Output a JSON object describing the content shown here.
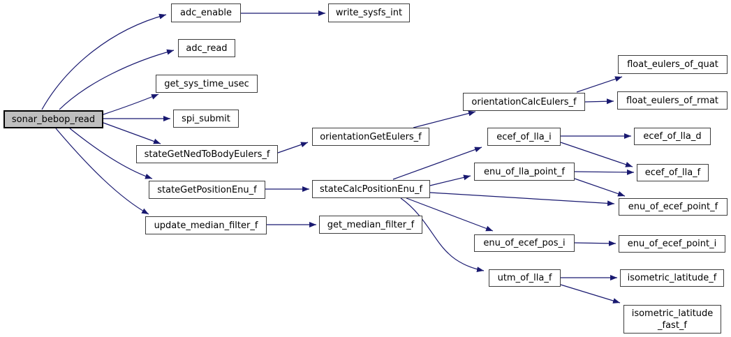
{
  "diagram": {
    "type": "call-graph",
    "root": "sonar_bebop_read",
    "colors": {
      "edge": "#191970",
      "node_border": "#3d3d3d",
      "root_fill": "#bfbfbf",
      "node_fill": "#ffffff",
      "text": "#000000",
      "background": "#ffffff"
    },
    "nodes": [
      {
        "id": "sonar_bebop_read",
        "label": "sonar_bebop_read"
      },
      {
        "id": "adc_enable",
        "label": "adc_enable"
      },
      {
        "id": "write_sysfs_int",
        "label": "write_sysfs_int"
      },
      {
        "id": "adc_read",
        "label": "adc_read"
      },
      {
        "id": "get_sys_time_usec",
        "label": "get_sys_time_usec"
      },
      {
        "id": "spi_submit",
        "label": "spi_submit"
      },
      {
        "id": "stateGetNedToBodyEulers_f",
        "label": "stateGetNedToBodyEulers_f"
      },
      {
        "id": "stateGetPositionEnu_f",
        "label": "stateGetPositionEnu_f"
      },
      {
        "id": "update_median_filter_f",
        "label": "update_median_filter_f"
      },
      {
        "id": "orientationGetEulers_f",
        "label": "orientationGetEulers_f"
      },
      {
        "id": "stateCalcPositionEnu_f",
        "label": "stateCalcPositionEnu_f"
      },
      {
        "id": "get_median_filter_f",
        "label": "get_median_filter_f"
      },
      {
        "id": "orientationCalcEulers_f",
        "label": "orientationCalcEulers_f"
      },
      {
        "id": "ecef_of_lla_i",
        "label": "ecef_of_lla_i"
      },
      {
        "id": "enu_of_lla_point_f",
        "label": "enu_of_lla_point_f"
      },
      {
        "id": "enu_of_ecef_pos_i",
        "label": "enu_of_ecef_pos_i"
      },
      {
        "id": "utm_of_lla_f",
        "label": "utm_of_lla_f"
      },
      {
        "id": "float_eulers_of_quat",
        "label": "float_eulers_of_quat"
      },
      {
        "id": "float_eulers_of_rmat",
        "label": "float_eulers_of_rmat"
      },
      {
        "id": "ecef_of_lla_d",
        "label": "ecef_of_lla_d"
      },
      {
        "id": "ecef_of_lla_f",
        "label": "ecef_of_lla_f"
      },
      {
        "id": "enu_of_ecef_point_f",
        "label": "enu_of_ecef_point_f"
      },
      {
        "id": "enu_of_ecef_point_i",
        "label": "enu_of_ecef_point_i"
      },
      {
        "id": "isometric_latitude_f",
        "label": "isometric_latitude_f"
      },
      {
        "id": "isometric_latitude_fast_f",
        "label": "isometric_latitude_fast_f",
        "line1": "isometric_latitude",
        "line2": "_fast_f"
      }
    ],
    "edges": [
      {
        "from": "sonar_bebop_read",
        "to": "adc_enable"
      },
      {
        "from": "sonar_bebop_read",
        "to": "adc_read"
      },
      {
        "from": "sonar_bebop_read",
        "to": "get_sys_time_usec"
      },
      {
        "from": "sonar_bebop_read",
        "to": "spi_submit"
      },
      {
        "from": "sonar_bebop_read",
        "to": "stateGetNedToBodyEulers_f"
      },
      {
        "from": "sonar_bebop_read",
        "to": "stateGetPositionEnu_f"
      },
      {
        "from": "sonar_bebop_read",
        "to": "update_median_filter_f"
      },
      {
        "from": "adc_enable",
        "to": "write_sysfs_int"
      },
      {
        "from": "stateGetNedToBodyEulers_f",
        "to": "orientationGetEulers_f"
      },
      {
        "from": "orientationGetEulers_f",
        "to": "orientationCalcEulers_f"
      },
      {
        "from": "orientationCalcEulers_f",
        "to": "float_eulers_of_quat"
      },
      {
        "from": "orientationCalcEulers_f",
        "to": "float_eulers_of_rmat"
      },
      {
        "from": "stateGetPositionEnu_f",
        "to": "stateCalcPositionEnu_f"
      },
      {
        "from": "stateCalcPositionEnu_f",
        "to": "ecef_of_lla_i"
      },
      {
        "from": "stateCalcPositionEnu_f",
        "to": "enu_of_lla_point_f"
      },
      {
        "from": "stateCalcPositionEnu_f",
        "to": "enu_of_ecef_point_f"
      },
      {
        "from": "stateCalcPositionEnu_f",
        "to": "enu_of_ecef_pos_i"
      },
      {
        "from": "stateCalcPositionEnu_f",
        "to": "utm_of_lla_f"
      },
      {
        "from": "ecef_of_lla_i",
        "to": "ecef_of_lla_d"
      },
      {
        "from": "ecef_of_lla_i",
        "to": "ecef_of_lla_f"
      },
      {
        "from": "enu_of_lla_point_f",
        "to": "ecef_of_lla_f"
      },
      {
        "from": "enu_of_lla_point_f",
        "to": "enu_of_ecef_point_f"
      },
      {
        "from": "enu_of_ecef_pos_i",
        "to": "enu_of_ecef_point_i"
      },
      {
        "from": "utm_of_lla_f",
        "to": "isometric_latitude_f"
      },
      {
        "from": "utm_of_lla_f",
        "to": "isometric_latitude_fast_f"
      },
      {
        "from": "update_median_filter_f",
        "to": "get_median_filter_f"
      }
    ]
  }
}
